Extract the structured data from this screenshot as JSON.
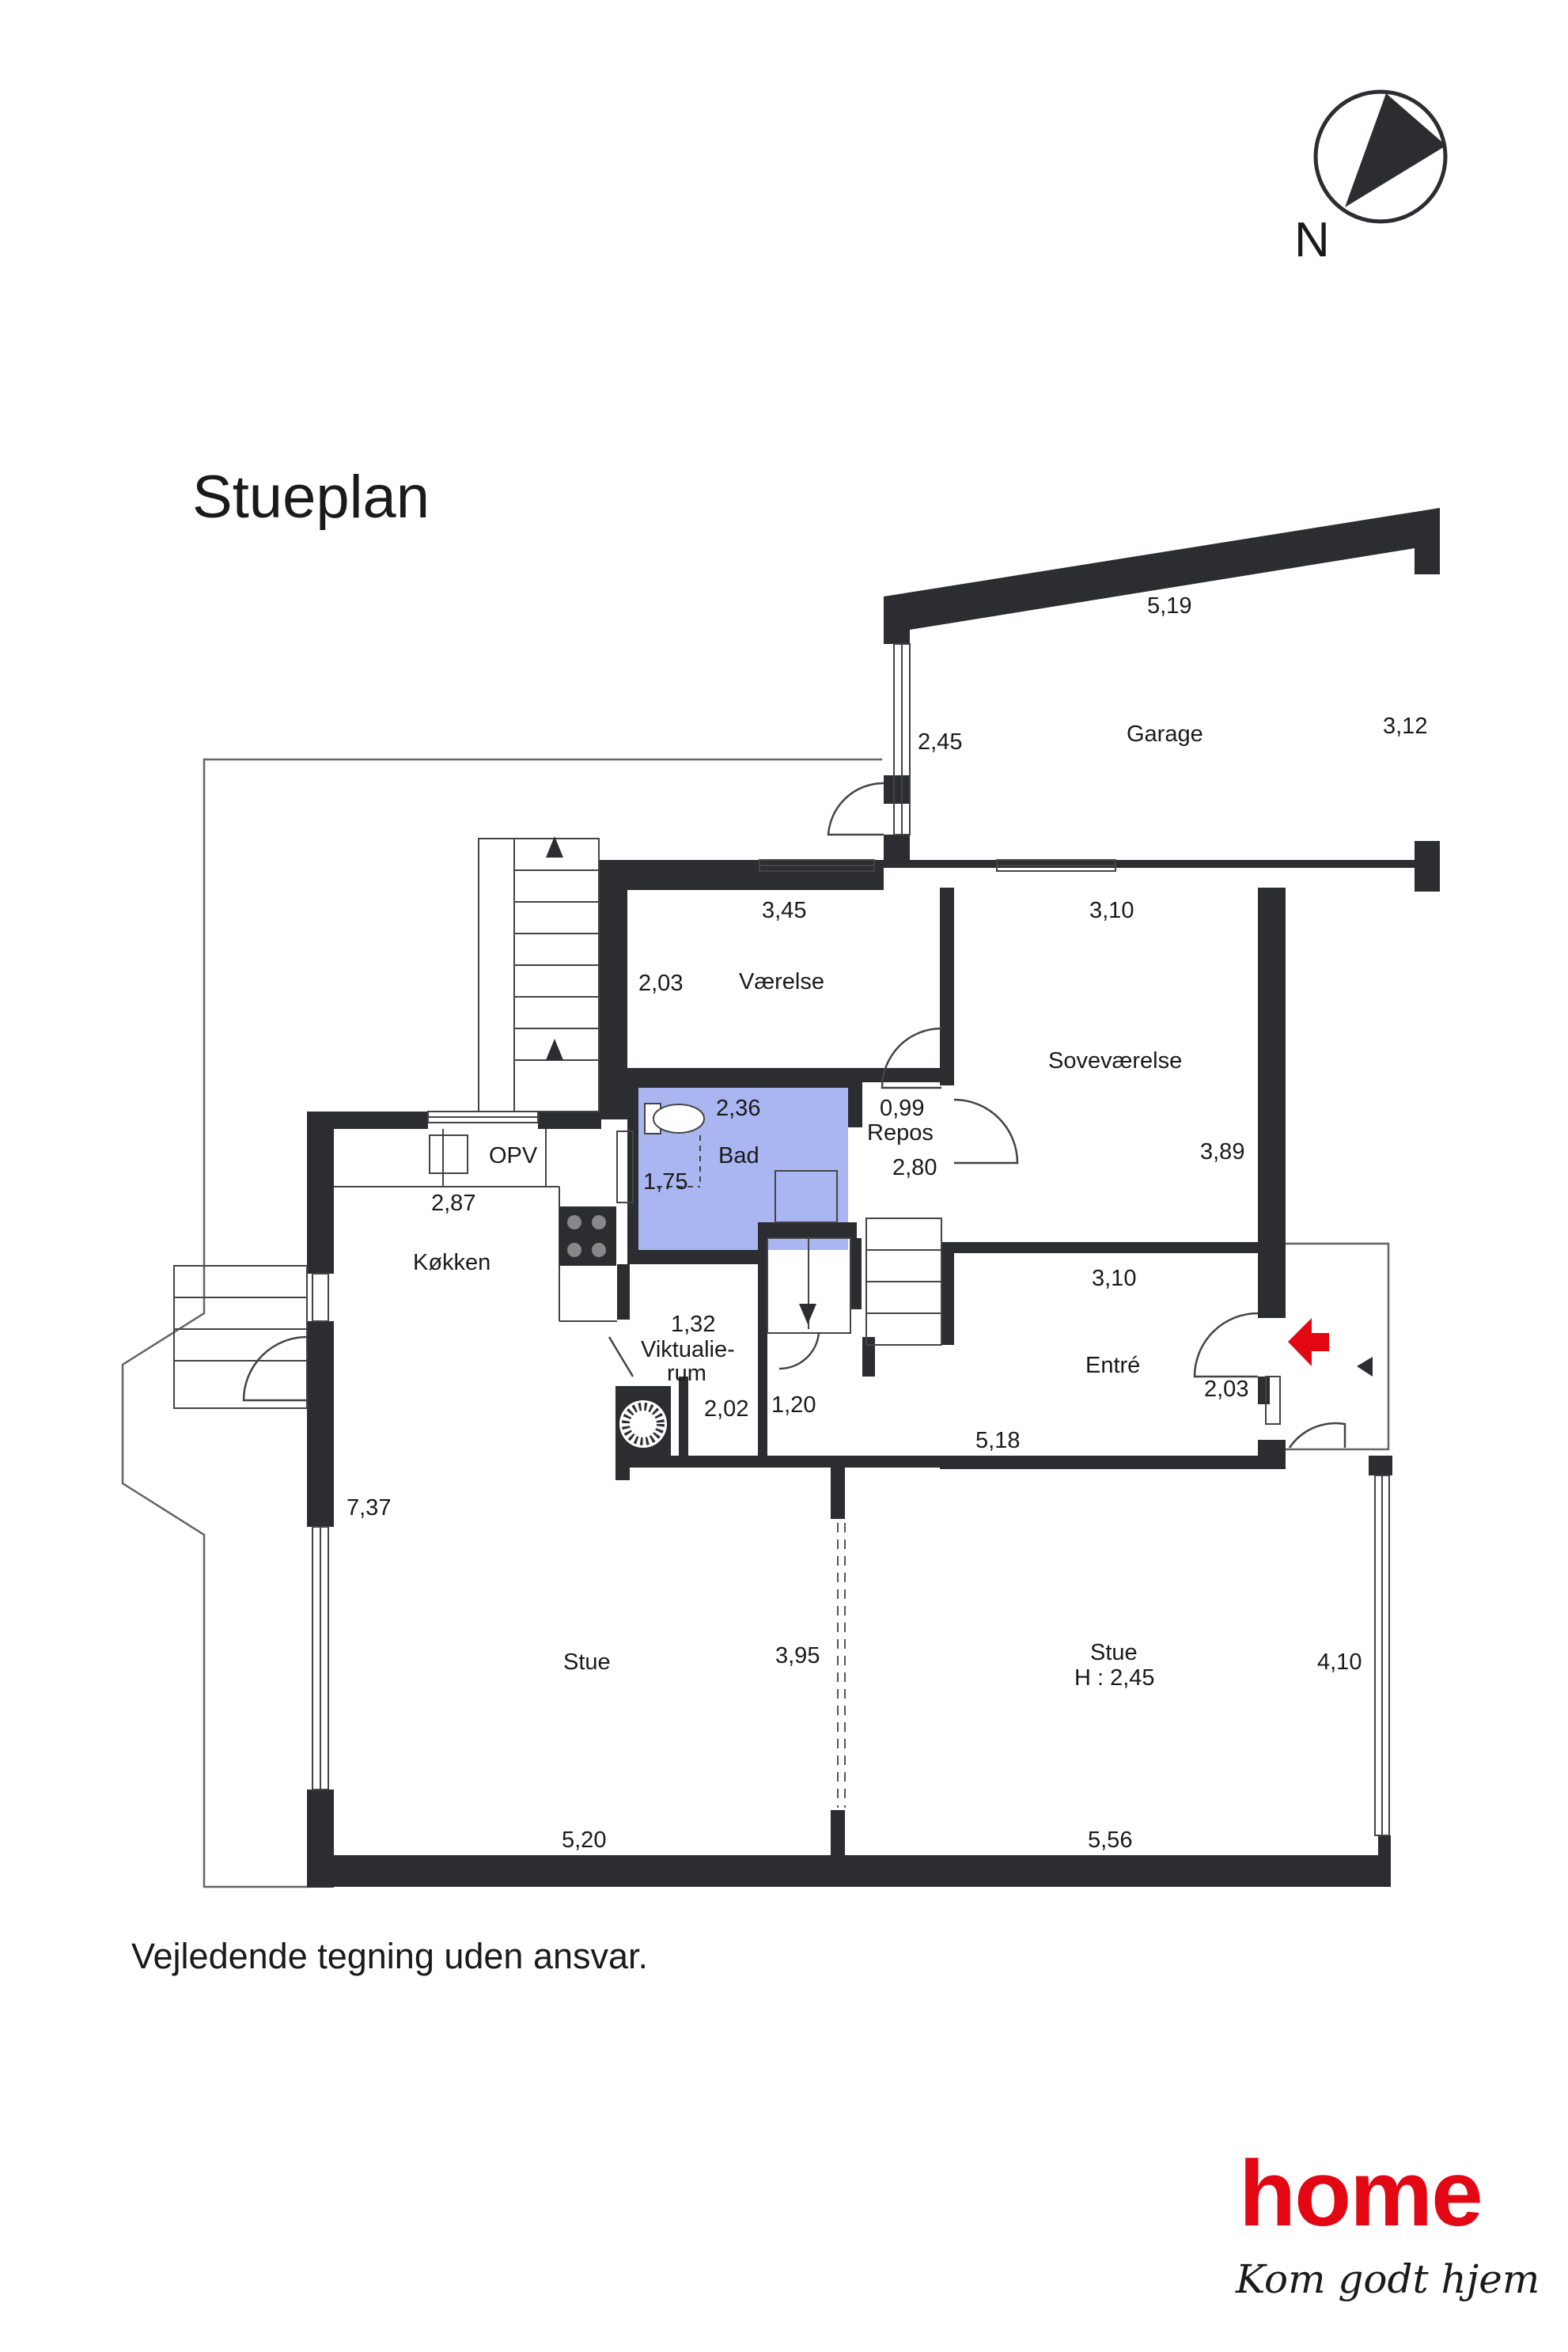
{
  "title": "Stueplan",
  "compass_label": "N",
  "disclaimer": "Vejledende tegning uden ansvar.",
  "logo": {
    "brand": "home",
    "tagline": "Kom godt hjem",
    "color": "#e30613"
  },
  "colors": {
    "wall": "#2b2d30",
    "bath_floor": "#aab6f2",
    "entry_arrow": "#e30613"
  },
  "rooms": {
    "garage": "Garage",
    "vaerelse": "Værelse",
    "sovevaerelse": "Soveværelse",
    "bad": "Bad",
    "repos": "Repos",
    "koekken": "Køkken",
    "opv": "OPV",
    "viktualie_1": "Viktualie-",
    "viktualie_2": "rum",
    "entre": "Entré",
    "stue_left": "Stue",
    "stue_right": "Stue",
    "stue_right_height": "H : 2,45"
  },
  "dimensions": {
    "garage_width": "5,19",
    "garage_height": "3,12",
    "garage_left": "2,45",
    "vaerelse_width": "3,45",
    "vaerelse_height": "2,03",
    "sovevaerelse_width": "3,10",
    "sovevaerelse_height": "3,89",
    "bad_width": "2,36",
    "bad_height": "1,75",
    "repos_width": "0,99",
    "repos_length": "2,80",
    "koekken_width": "2,87",
    "viktualie_width": "1,32",
    "viktualie_height": "2,02",
    "stair_width": "1,20",
    "entre_width": "3,10",
    "entre_length": "5,18",
    "entre_height": "2,03",
    "stue_left_height": "7,37",
    "stue_left_width": "5,20",
    "stue_divider": "3,95",
    "stue_right_width": "5,56",
    "stue_right_height": "4,10"
  }
}
